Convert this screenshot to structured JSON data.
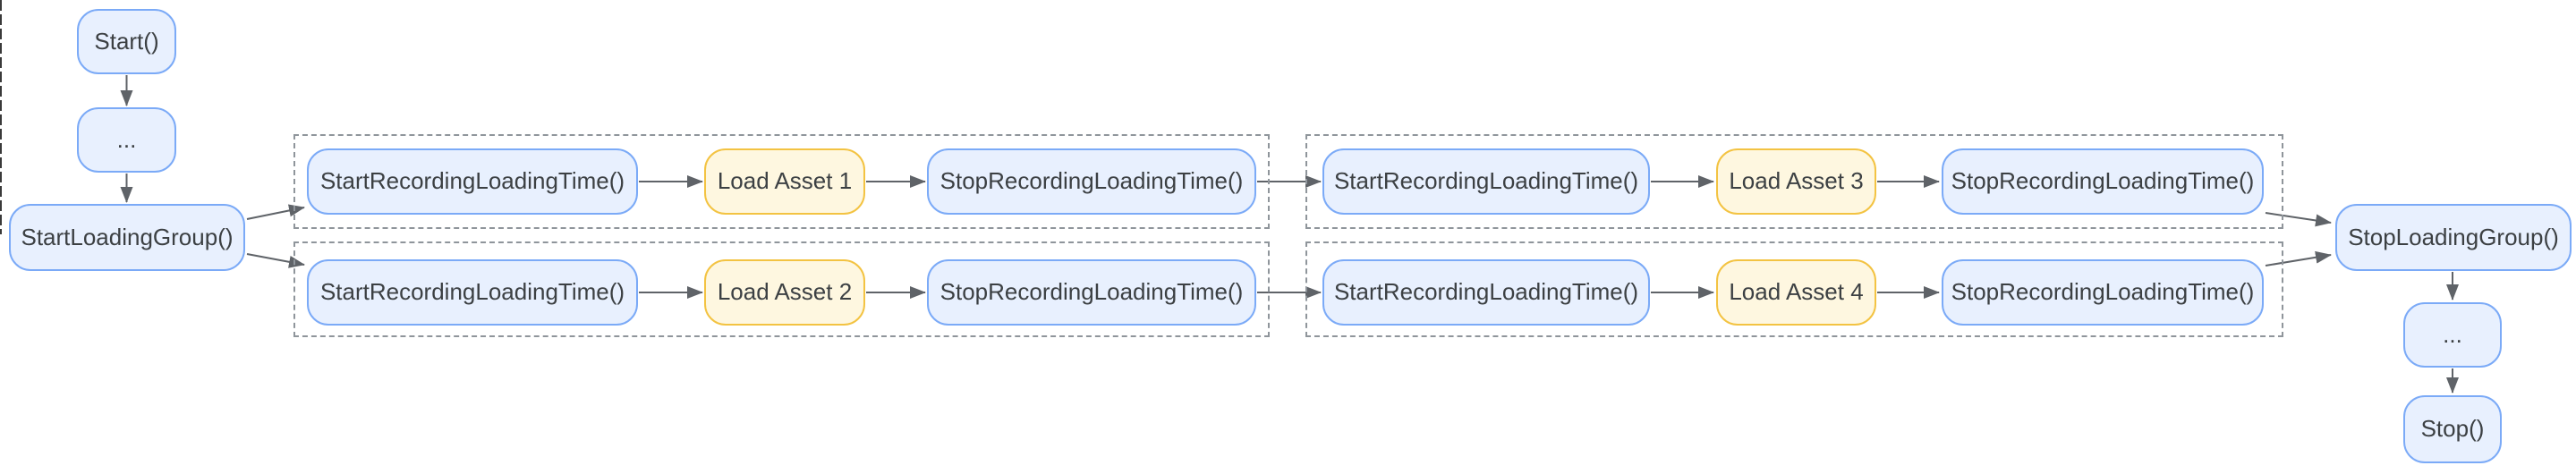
{
  "colors": {
    "process_fill": "#e8f0fe",
    "process_border": "#7baaf7",
    "asset_fill": "#fef7e0",
    "asset_border": "#f3c342",
    "text_color": "#3c4043",
    "edge_color": "#5f6368",
    "group_border": "#8f959b",
    "bg": "#ffffff"
  },
  "diagram": {
    "nodes": {
      "start": {
        "label": "Start()",
        "type": "process"
      },
      "ellipsis_pre": {
        "label": "...",
        "type": "process"
      },
      "start_loading_group": {
        "label": "StartLoadingGroup()",
        "type": "process"
      },
      "rec_start_1": {
        "label": "StartRecordingLoadingTime()",
        "type": "process"
      },
      "load_asset_1": {
        "label": "Load Asset 1",
        "type": "asset"
      },
      "rec_stop_1": {
        "label": "StopRecordingLoadingTime()",
        "type": "process"
      },
      "rec_start_2": {
        "label": "StartRecordingLoadingTime()",
        "type": "process"
      },
      "load_asset_2": {
        "label": "Load Asset 2",
        "type": "asset"
      },
      "rec_stop_2": {
        "label": "StopRecordingLoadingTime()",
        "type": "process"
      },
      "rec_start_3": {
        "label": "StartRecordingLoadingTime()",
        "type": "process"
      },
      "load_asset_3": {
        "label": "Load Asset 3",
        "type": "asset"
      },
      "rec_stop_3": {
        "label": "StopRecordingLoadingTime()",
        "type": "process"
      },
      "rec_start_4": {
        "label": "StartRecordingLoadingTime()",
        "type": "process"
      },
      "load_asset_4": {
        "label": "Load Asset 4",
        "type": "asset"
      },
      "rec_stop_4": {
        "label": "StopRecordingLoadingTime()",
        "type": "process"
      },
      "stop_loading_group": {
        "label": "StopLoadingGroup()",
        "type": "process"
      },
      "ellipsis_post": {
        "label": "...",
        "type": "process"
      },
      "stop": {
        "label": "Stop()",
        "type": "process"
      }
    },
    "groups": [
      {
        "id": "group1_row1",
        "contains": [
          "rec_start_1",
          "load_asset_1",
          "rec_stop_1"
        ]
      },
      {
        "id": "group1_row2",
        "contains": [
          "rec_start_2",
          "load_asset_2",
          "rec_stop_2"
        ]
      },
      {
        "id": "group2_row1",
        "contains": [
          "rec_start_3",
          "load_asset_3",
          "rec_stop_3"
        ]
      },
      {
        "id": "group2_row2",
        "contains": [
          "rec_start_4",
          "load_asset_4",
          "rec_stop_4"
        ]
      }
    ],
    "edges": [
      {
        "from": "start",
        "to": "ellipsis_pre"
      },
      {
        "from": "ellipsis_pre",
        "to": "start_loading_group"
      },
      {
        "from": "start_loading_group",
        "to": "rec_start_1"
      },
      {
        "from": "start_loading_group",
        "to": "rec_start_2"
      },
      {
        "from": "rec_start_1",
        "to": "load_asset_1"
      },
      {
        "from": "load_asset_1",
        "to": "rec_stop_1"
      },
      {
        "from": "rec_stop_1",
        "to": "rec_start_3"
      },
      {
        "from": "rec_start_3",
        "to": "load_asset_3"
      },
      {
        "from": "load_asset_3",
        "to": "rec_stop_3"
      },
      {
        "from": "rec_start_2",
        "to": "load_asset_2"
      },
      {
        "from": "load_asset_2",
        "to": "rec_stop_2"
      },
      {
        "from": "rec_stop_2",
        "to": "rec_start_4"
      },
      {
        "from": "rec_start_4",
        "to": "load_asset_4"
      },
      {
        "from": "load_asset_4",
        "to": "rec_stop_4"
      },
      {
        "from": "rec_stop_3",
        "to": "stop_loading_group"
      },
      {
        "from": "rec_stop_4",
        "to": "stop_loading_group"
      },
      {
        "from": "stop_loading_group",
        "to": "ellipsis_post"
      },
      {
        "from": "ellipsis_post",
        "to": "stop"
      }
    ]
  }
}
